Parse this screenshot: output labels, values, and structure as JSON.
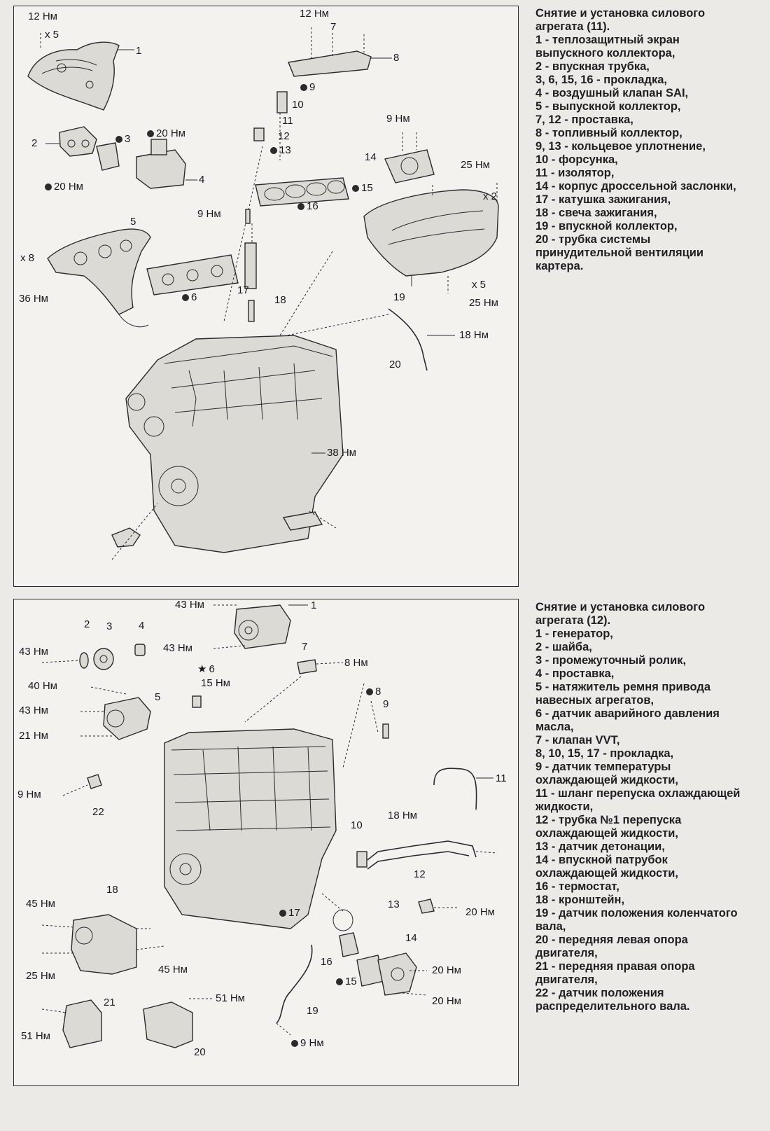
{
  "diagram1": {
    "labels": {
      "t12x5a": "12 Нм",
      "t12x5b": "x 5",
      "n1": "1",
      "t12b": "12 Нм",
      "n7": "7",
      "n8": "8",
      "n9": "9",
      "n10": "10",
      "n11": "11",
      "n12": "12",
      "n13": "13",
      "n2": "2",
      "n3": "3",
      "t20a": "20 Нм",
      "t20b": "20 Нм",
      "n4": "4",
      "t9a": "9 Нм",
      "n14": "14",
      "n15": "15",
      "t25a": "25 Нм",
      "x2": "x 2",
      "n16": "16",
      "t9b": "9 Нм",
      "n5": "5",
      "x8": "x 8",
      "t36": "36 Нм",
      "n6": "6",
      "n17": "17",
      "n18": "18",
      "n19": "19",
      "x5b": "x 5",
      "t25b": "25 Нм",
      "t18": "18 Нм",
      "n20": "20",
      "t38": "38 Нм"
    }
  },
  "diagram2": {
    "labels": {
      "t43a": "43 Нм",
      "n1": "1",
      "n2": "2",
      "n3": "3",
      "n4": "4",
      "t43b": "43 Нм",
      "t43c": "43 Нм",
      "n7": "7",
      "t8": "8 Нм",
      "n6": "6",
      "t15": "15 Нм",
      "t40": "40 Нм",
      "n5": "5",
      "n8": "8",
      "n9": "9",
      "t43d": "43 Нм",
      "t21": "21 Нм",
      "n11": "11",
      "t9a": "9 Нм",
      "n22": "22",
      "n10": "10",
      "t18": "18 Нм",
      "n12": "12",
      "n18": "18",
      "t45a": "45 Нм",
      "n13": "13",
      "t20a": "20 Нм",
      "n17": "17",
      "t25": "25 Нм",
      "t45b": "45 Нм",
      "n16": "16",
      "n14": "14",
      "t20b": "20 Нм",
      "n15": "15",
      "t20c": "20 Нм",
      "t51a": "51 Нм",
      "n21": "21",
      "n19": "19",
      "t51b": "51 Нм",
      "n20": "20",
      "t9b": "9 Нм"
    }
  },
  "legend1": {
    "title": "Снятие и установка силового агрегата (11).",
    "items": [
      "1 - теплозащитный экран выпускного коллектора,",
      "2 - впускная трубка,",
      "3, 6, 15, 16 - прокладка,",
      "4 - воздушный клапан SAI,",
      "5 - выпускной коллектор,",
      "7, 12 - проставка,",
      "8 - топливный коллектор,",
      "9, 13 - кольцевое уплотнение,",
      "10 - форсунка,",
      "11 - изолятор,",
      "14 - корпус дроссельной заслонки,",
      "17 - катушка зажигания,",
      "18 - свеча зажигания,",
      "19 - впускной коллектор,",
      "20 - трубка системы принудительной вентиляции картера."
    ]
  },
  "legend2": {
    "title": "Снятие и установка силового агрегата (12).",
    "items": [
      "1 - генератор,",
      "2 - шайба,",
      "3 - промежуточный ролик,",
      "4 - проставка,",
      "5 - натяжитель ремня привода навесных агрегатов,",
      "6 - датчик аварийного давления масла,",
      "7 - клапан VVT,",
      "8, 10, 15, 17 - прокладка,",
      "9 - датчик температуры охлаждающей жидкости,",
      "11 - шланг перепуска охлаждающей жидкости,",
      "12 - трубка №1 перепуска охлаждающей жидкости,",
      "13 - датчик детонации,",
      "14 - впускной патрубок охлаждающей жидкости,",
      "16 - термостат,",
      "18 - кронштейн,",
      "19 - датчик положения коленчатого вала,",
      "20 - передняя левая опора двигателя,",
      "21 - передняя правая опора двигателя,",
      "22 - датчик положения распределительного вала."
    ]
  }
}
